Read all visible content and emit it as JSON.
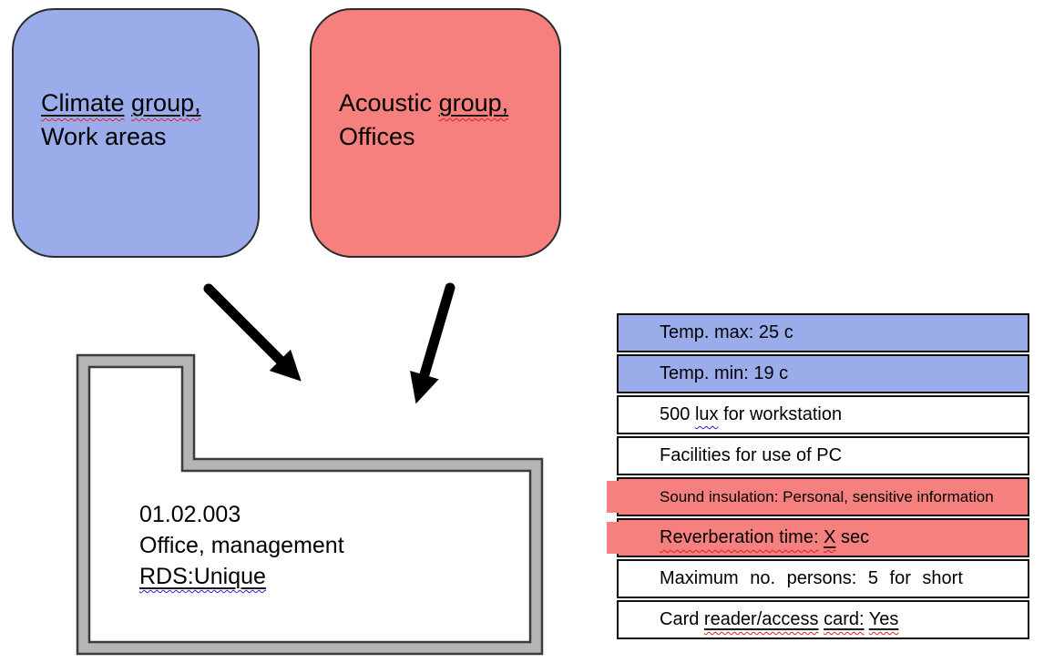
{
  "colors": {
    "box-blue": "#9aadea",
    "box-red": "#f5807d",
    "wall-gray": "#b5b5b5",
    "wall-edge": "#3c3c3c",
    "row-border": "#111111",
    "squiggle-red": "#e02020",
    "squiggle-blue": "#2525dd",
    "arrow-black": "#000000"
  },
  "climate_box": {
    "word1": "Climate",
    "word2": "group,",
    "line2": "Work areas"
  },
  "acoustic_box": {
    "word1": "Acoustic",
    "word2": "group,",
    "line2": "Offices"
  },
  "room": {
    "line1": "01.02.003",
    "line2": "Office, management",
    "line3": "RDS:Unique"
  },
  "table": {
    "row1": "Temp. max: 25 c",
    "row2": "Temp. min: 19 c",
    "row3": {
      "pre": "500 ",
      "wavy": "lux",
      "post": " for workstation"
    },
    "row4": "Facilities for use of PC",
    "row5": "Sound insulation: Personal, sensitive information",
    "row6": {
      "wavy": "Reverberation time:",
      "x": "X",
      "post": " sec"
    },
    "row7": "Maximum no. persons: 5 for short",
    "row8": {
      "pre": "Card ",
      "w1": "reader/access",
      "w2": "card:",
      "w3": "Yes"
    }
  }
}
